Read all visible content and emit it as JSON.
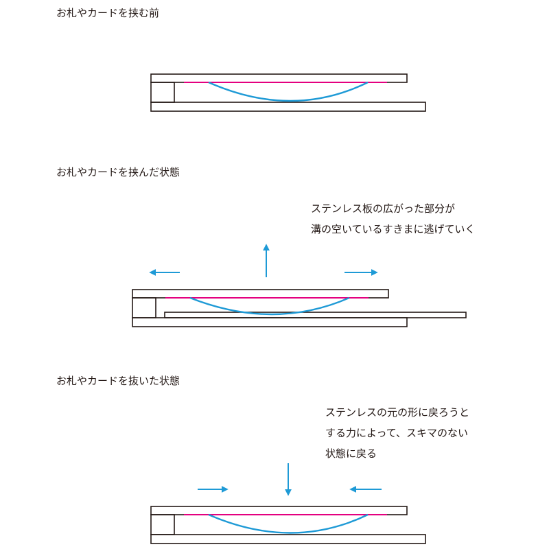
{
  "sections": [
    {
      "heading": "お札やカードを挟む前"
    },
    {
      "heading": "お札やカードを挟んだ状態",
      "note_lines": [
        "ステンレス板の広がった部分が",
        "溝の空いているすきまに逃げていく"
      ]
    },
    {
      "heading": "お札やカードを抜いた状態",
      "note_lines": [
        "ステンレスの元の形に戻ろうと",
        "する力によって、スキマのない",
        "状態に戻る"
      ]
    }
  ],
  "colors": {
    "outline": "#231815",
    "stainless_spring": "#1e9ad6",
    "flat_contact": "#e4007f",
    "arrow": "#1e9ad6",
    "text": "#231815"
  }
}
